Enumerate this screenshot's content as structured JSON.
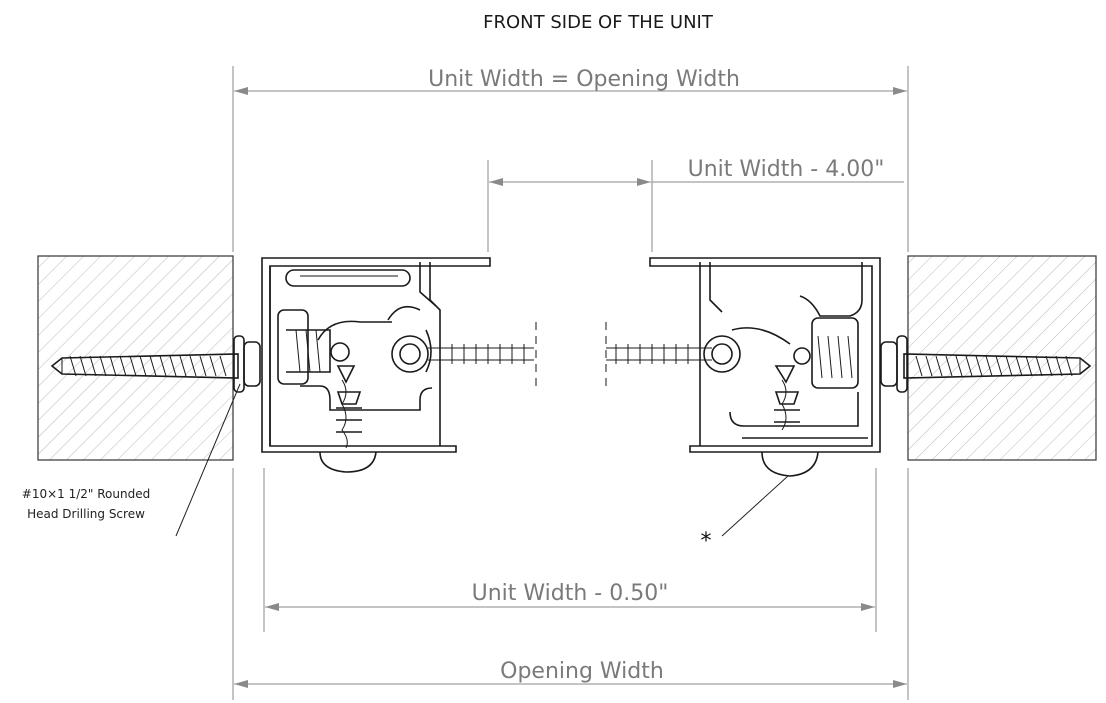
{
  "labels": {
    "title": "FRONT SIDE OF THE UNIT",
    "top_dim": "Unit Width = Opening Width",
    "gap_dim": "Unit Width - 4.00\"",
    "inner_dim": "Unit Width - 0.50\"",
    "bottom_dim": "Opening Width",
    "screw_note_line1": "#10×1 1/2\" Rounded",
    "screw_note_line2": "Head Drilling Screw",
    "asterisk": "*"
  },
  "colors": {
    "dimension": "#7a7a7a",
    "linework": "#1a1a1a",
    "hatch": "#9a9a9a"
  }
}
